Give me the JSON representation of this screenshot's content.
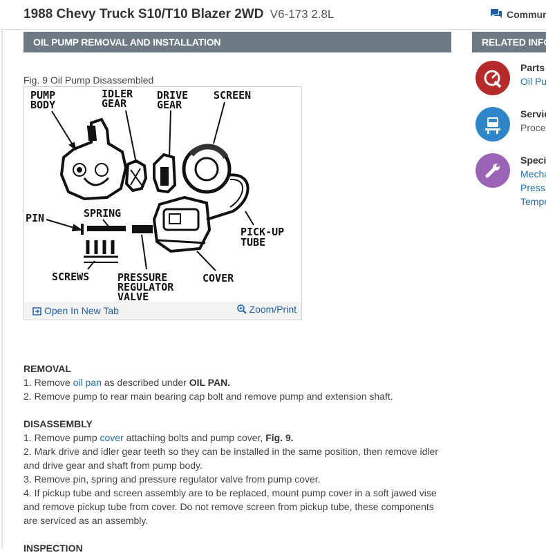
{
  "header": {
    "title": "1988 Chevy Truck S10/T10 Blazer 2WD",
    "engine": "V6-173 2.8L",
    "community_label": "Commun"
  },
  "section": {
    "title": "OIL PUMP REMOVAL AND INSTALLATION"
  },
  "related": {
    "title": "RELATED INFO",
    "items": [
      {
        "heading": "Parts",
        "lines": [
          "Oil Pu"
        ],
        "color": "#b52a2a",
        "icon": "gauge-wrench-icon"
      },
      {
        "heading": "Servic",
        "lines": [
          "Proce"
        ],
        "color": "#2e86c8",
        "icon": "car-lift-icon"
      },
      {
        "heading": "Specif",
        "lines": [
          "Mecha",
          "Press",
          "Tempe"
        ],
        "color": "#9b62b5",
        "icon": "wrench-icon"
      }
    ]
  },
  "figure": {
    "caption": "Fig. 9 Oil Pump Disassembled",
    "open_label": "Open In New Tab",
    "zoom_label": "Zoom/Print",
    "labels": {
      "pump": "PUMP",
      "body": "BODY",
      "idler": "IDLER",
      "gear1": "GEAR",
      "drive": "DRIVE",
      "gear2": "GEAR",
      "screen": "SCREEN",
      "pin": "PIN",
      "spring": "SPRING",
      "pickup": "PICK-UP",
      "tube": "TUBE",
      "screws": "SCREWS",
      "pressure": "PRESSURE",
      "regulator": "REGULATOR",
      "valve": "VALVE",
      "cover": "COVER"
    }
  },
  "removal": {
    "heading": "REMOVAL",
    "s1_a": "1.  Remove ",
    "s1_link": "oil pan",
    "s1_b": " as described under ",
    "s1_bold": "OIL PAN.",
    "s2": "2.  Remove pump to rear main bearing cap bolt and remove pump and extension shaft."
  },
  "disassembly": {
    "heading": "DISASSEMBLY",
    "s1_a": "1.  Remove pump ",
    "s1_link": "cover",
    "s1_b": " attaching bolts and pump cover, ",
    "s1_bold": "Fig. 9.",
    "s2a": "2.  Mark drive and idler gear teeth so they can be installed in the same position, then remove idler",
    "s2b": "and drive gear and shaft from pump body.",
    "s3": "3.  Remove pin, spring and pressure regulator valve from pump cover.",
    "s4a": "4.  If pickup tube and screen assembly are to be replaced, mount pump cover in a soft jawed vise",
    "s4b": "and remove pickup tube from cover. Do not remove screen from pickup tube, these components",
    "s4c": "are serviced as an assembly."
  },
  "inspection": {
    "heading": "INSPECTION"
  }
}
